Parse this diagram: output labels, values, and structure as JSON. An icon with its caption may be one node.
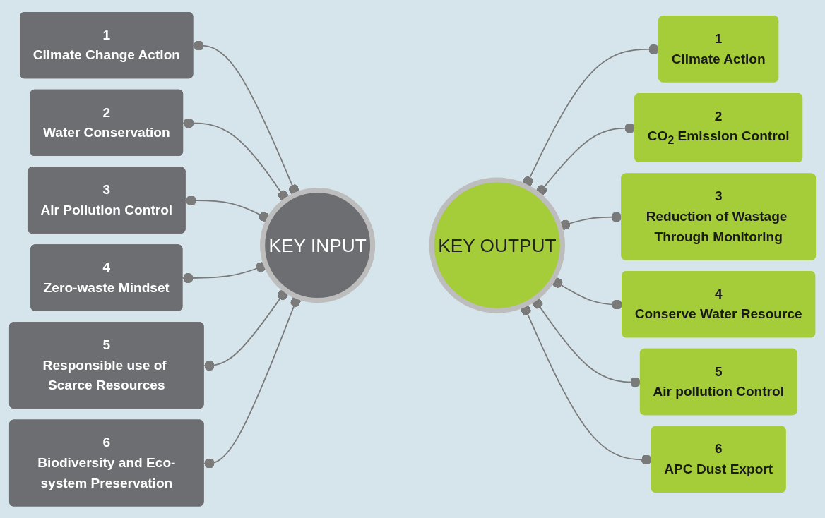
{
  "diagram": {
    "nodes": [
      {
        "text": [
          "KEY INPUT"
        ]
      },
      {
        "text": [
          "KEY OUTPUT"
        ]
      },
      {
        "text": [
          "1",
          "Climate Change Action"
        ]
      },
      {
        "text": [
          "2",
          "Water Conservation"
        ]
      },
      {
        "text": [
          "3",
          "Air Pollution Control"
        ]
      },
      {
        "text": [
          "4",
          "Zero-waste Mindset"
        ]
      },
      {
        "text": [
          "5",
          "Responsible use of Scarce Resources"
        ]
      },
      {
        "text": [
          "6",
          "Biodiversity and Eco-system Preservation"
        ]
      },
      {
        "text": [
          "1",
          "Climate Action"
        ]
      },
      {
        "text": [
          "2",
          "CO$_{2}$ Emission Control"
        ]
      },
      {
        "text": [
          "3",
          "Reduction of Wastage Through Monitoring"
        ]
      },
      {
        "text": [
          "4",
          "Conserve Water Resource"
        ]
      },
      {
        "text": [
          "5",
          "Air pollution Control"
        ]
      },
      {
        "text": [
          "6",
          "APC Dust Export"
        ]
      }
    ],
    "edges": [
      {
        "from": 2,
        "to": 0,
        "arrow": "other"
      },
      {
        "from": 3,
        "to": 0,
        "arrow": "other"
      },
      {
        "from": 4,
        "to": 0,
        "arrow": "other"
      },
      {
        "from": 5,
        "to": 0,
        "arrow": "other"
      },
      {
        "from": 6,
        "to": 0,
        "arrow": "other"
      },
      {
        "from": 7,
        "to": 0,
        "arrow": "other"
      },
      {
        "from": 1,
        "to": 8,
        "arrow": "other"
      },
      {
        "from": 1,
        "to": 9,
        "arrow": "other"
      },
      {
        "from": 1,
        "to": 10,
        "arrow": "other"
      },
      {
        "from": 1,
        "to": 11,
        "arrow": "other"
      },
      {
        "from": 1,
        "to": 12,
        "arrow": "other"
      },
      {
        "from": 1,
        "to": 13,
        "arrow": "other"
      }
    ]
  }
}
